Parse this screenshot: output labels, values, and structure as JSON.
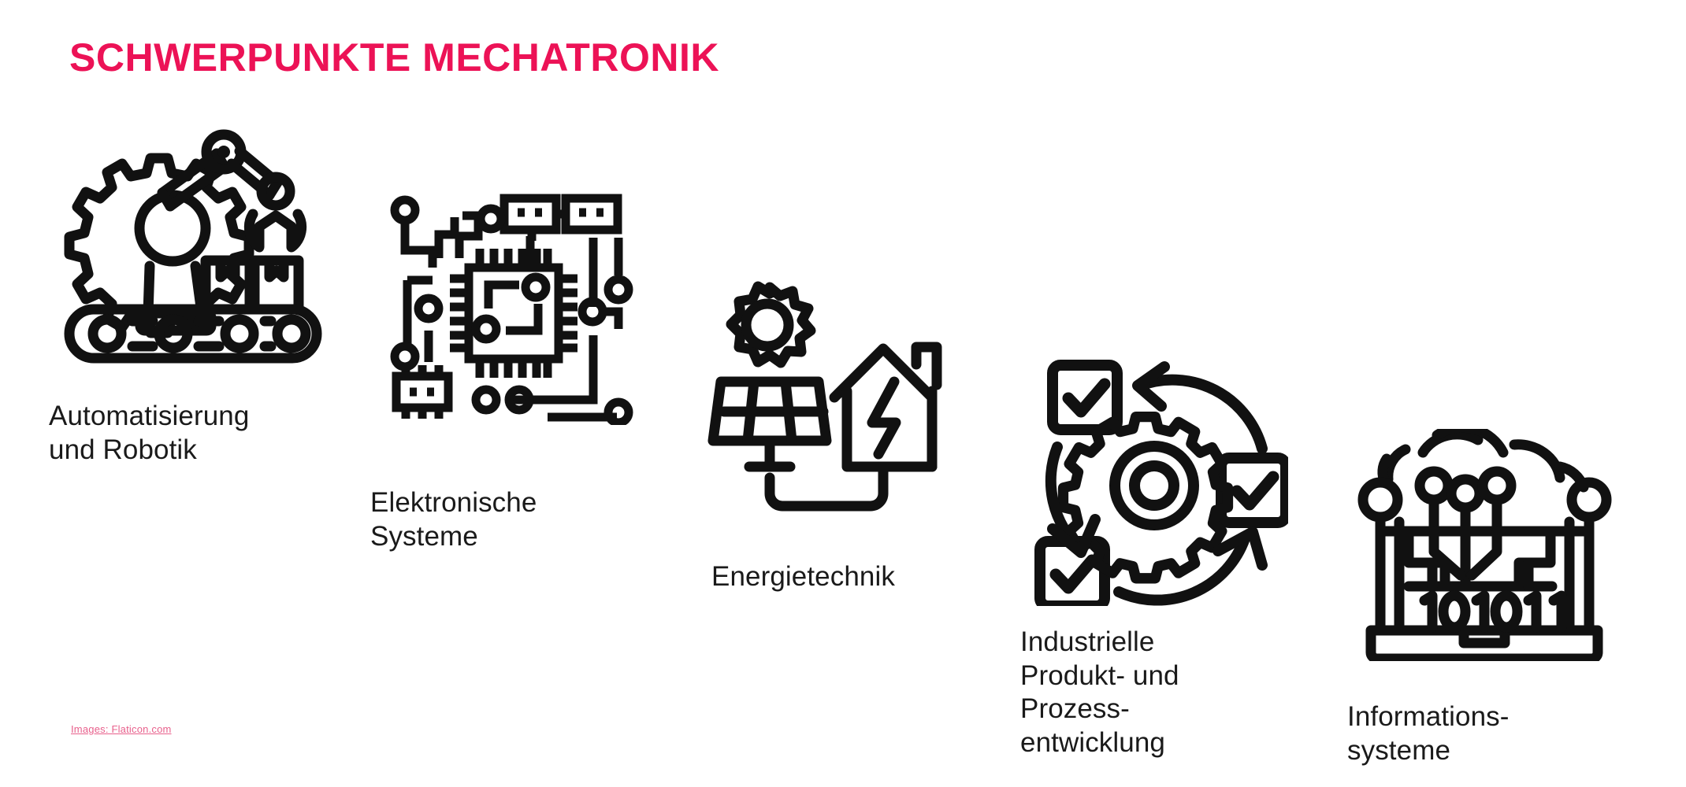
{
  "slide": {
    "title": "SCHWERPUNKTE MECHATRONIK",
    "title_color": "#ec1256",
    "background_color": "#ffffff",
    "text_color": "#1a1a1a",
    "credit": "Images: Flaticon.com",
    "credit_color": "#e8608c"
  },
  "items": [
    {
      "icon_name": "automation-robotics-icon",
      "icon_description": "industrial robot arm with gripper, gear and conveyor belt carrying boxes",
      "label": "Automatisierung\nund Robotik"
    },
    {
      "icon_name": "electronic-systems-icon",
      "icon_description": "printed circuit board with central microchip, traces and connector nodes",
      "label": "Elektronische\nSysteme"
    },
    {
      "icon_name": "energy-technology-icon",
      "icon_description": "sun, solar panel and house with lightning bolt connected by a cable",
      "label": "Energietechnik"
    },
    {
      "icon_name": "industrial-process-development-icon",
      "icon_description": "gear surrounded by three checkboxes and two circular process arrows",
      "label": "Industrielle\nProdukt- und\nProzess-\nentwicklung"
    },
    {
      "icon_name": "information-systems-icon",
      "icon_description": "cloud over a laptop with circuit traces and binary code 101011",
      "label": "Informations-\nsysteme",
      "binary_code": "101011"
    }
  ]
}
